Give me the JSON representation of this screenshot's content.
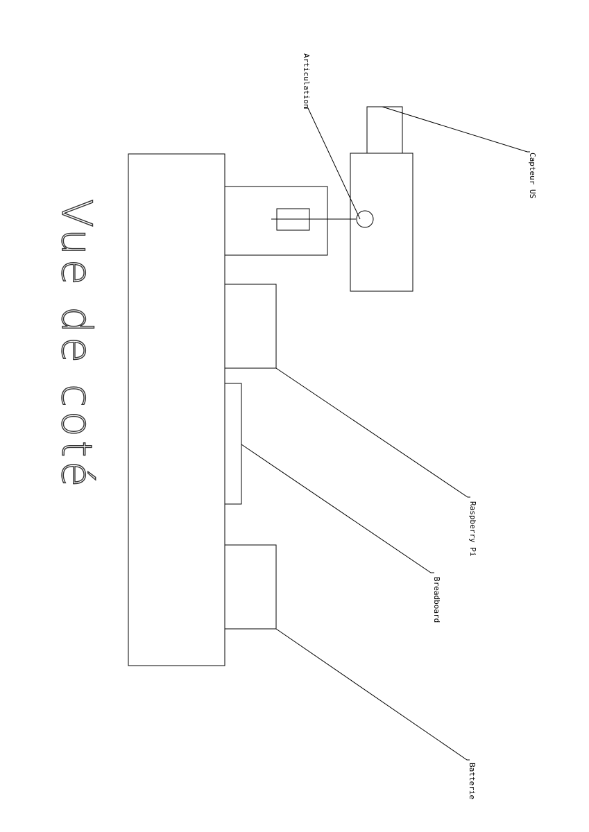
{
  "title": "Vue de coté",
  "labels": {
    "articulation": "Articulation",
    "capteur": "Capteur US",
    "raspberry": "Raspberry Pi",
    "breadboard": "Breadboard",
    "batterie": "Batterie"
  },
  "colors": {
    "line": "#000000",
    "background": "#ffffff"
  }
}
